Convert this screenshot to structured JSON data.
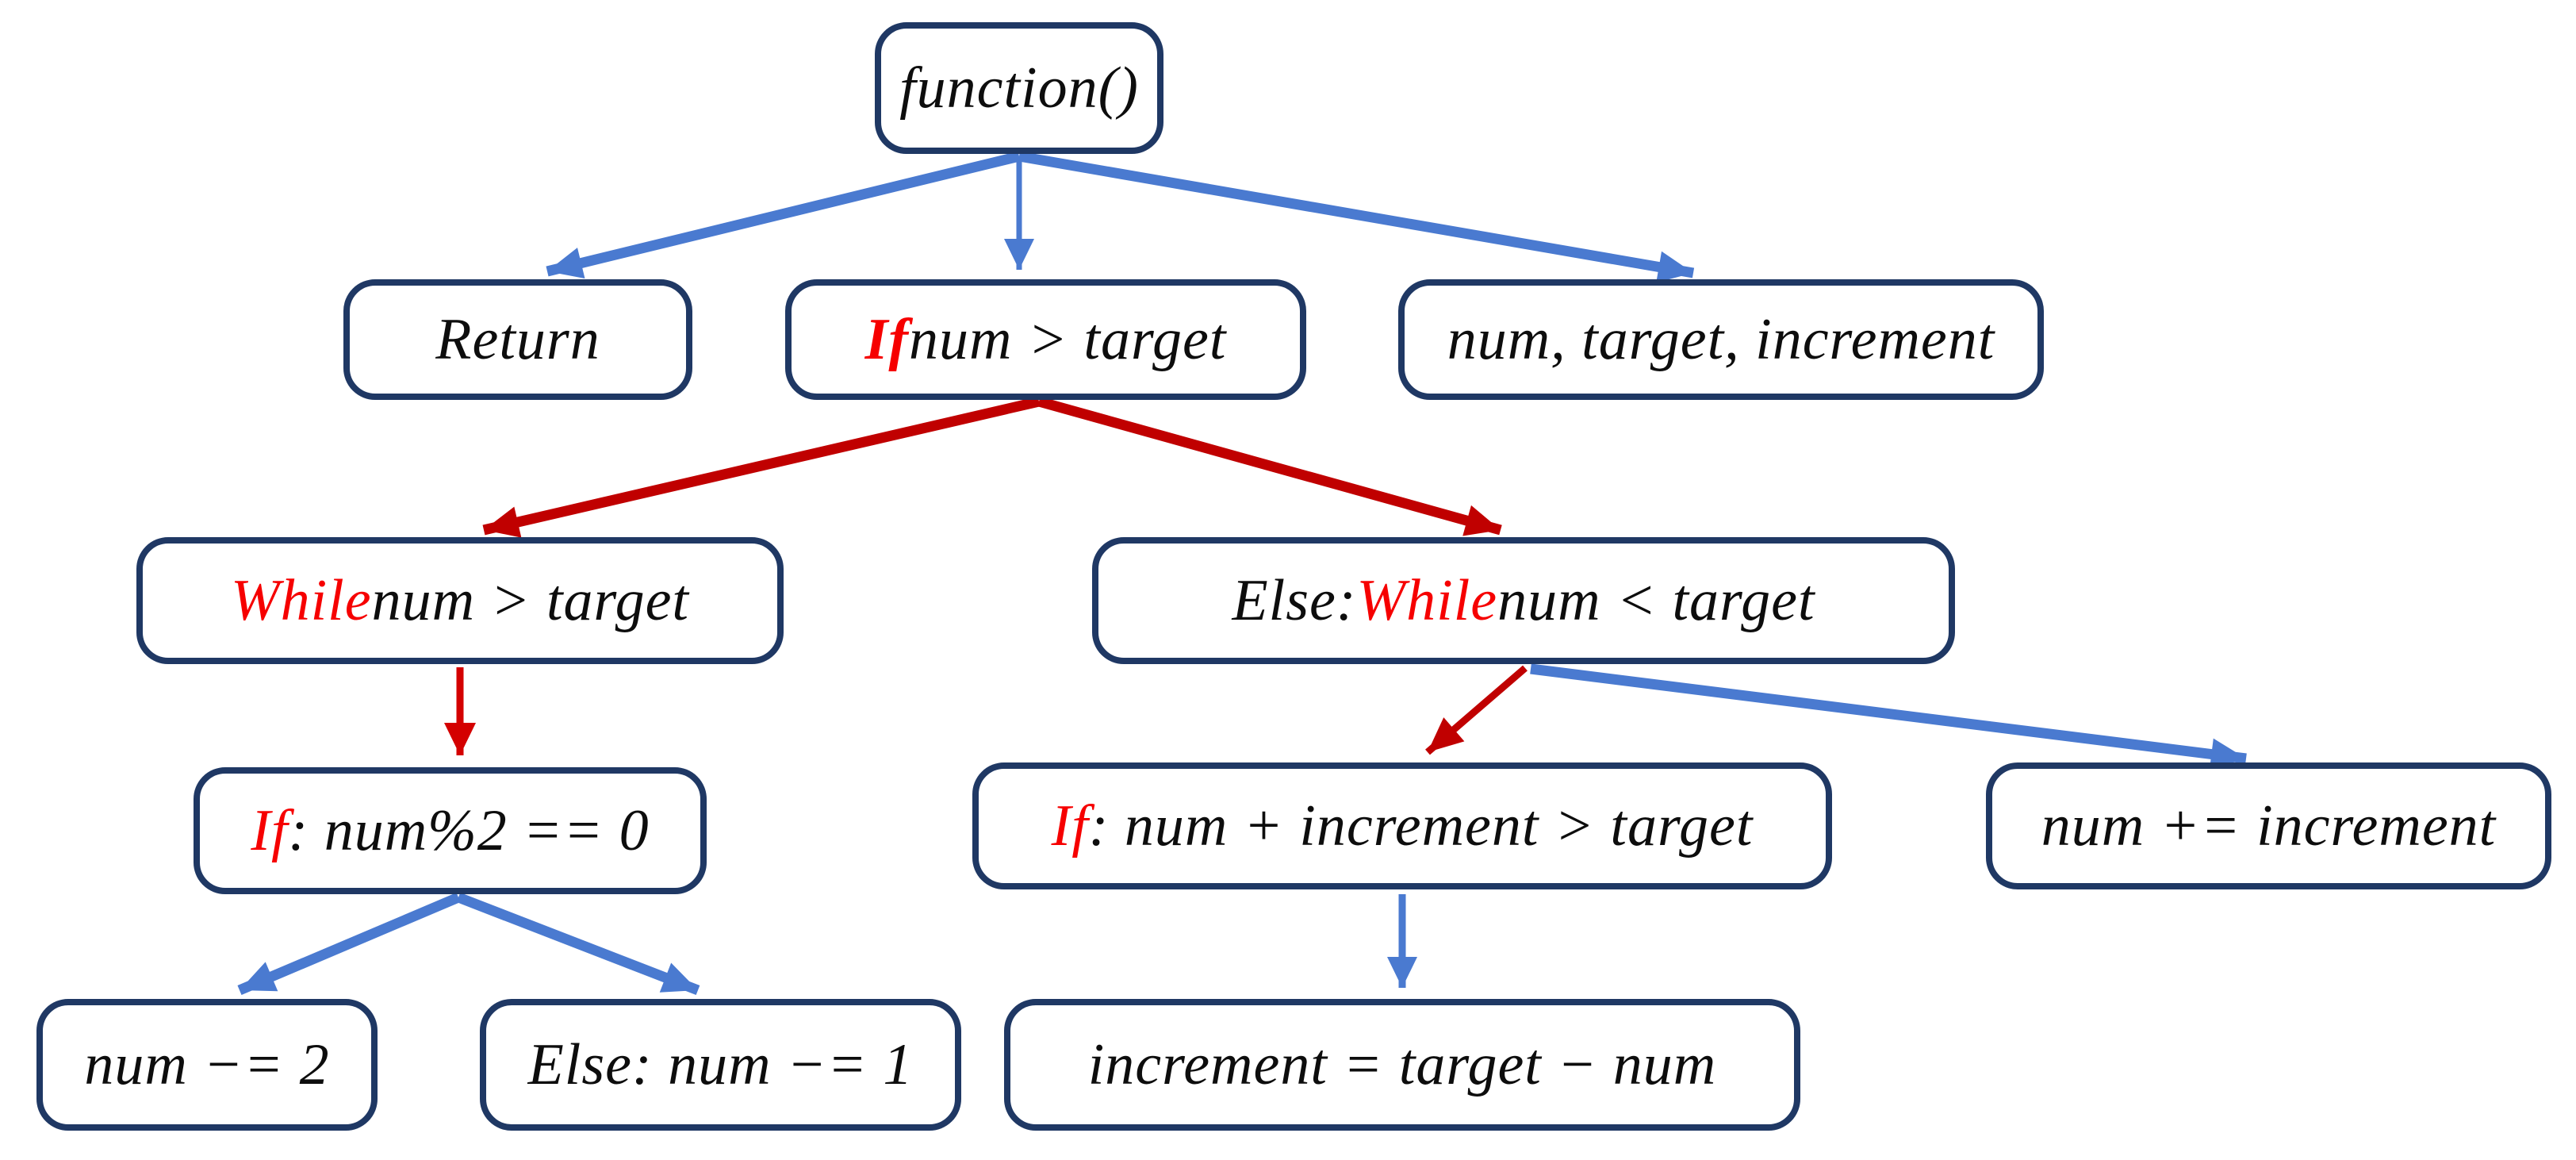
{
  "diagram": {
    "title": "function control-flow tree",
    "colors": {
      "box_border": "#1f3864",
      "box_fill": "#ffffff",
      "text": "#0d0d0d",
      "keyword_red": "#f60000",
      "arrow_blue": "#4a7ad0",
      "arrow_red": "#c00000",
      "arrow_red_bright": "#d40000"
    },
    "nodes": [
      {
        "id": "function",
        "pre": "function()"
      },
      {
        "id": "return",
        "pre": "Return"
      },
      {
        "id": "if-gt",
        "kw": "If",
        "post": " num > target"
      },
      {
        "id": "params",
        "pre": "num, target, increment"
      },
      {
        "id": "while-gt",
        "kw": "While",
        "post": " num > target"
      },
      {
        "id": "else-while-lt",
        "pre": "Else:",
        "kw": "While",
        "post": " num < target"
      },
      {
        "id": "if-mod",
        "kw": "If",
        "post": ": num%2 == 0"
      },
      {
        "id": "if-sum",
        "kw": "If",
        "post": ": num + increment > target"
      },
      {
        "id": "num-plus",
        "pre": "num += increment"
      },
      {
        "id": "num-minus-2",
        "pre": "num −= 2"
      },
      {
        "id": "else-minus-1",
        "pre": "Else: num −= 1"
      },
      {
        "id": "increment-eq",
        "pre": "increment = target − num"
      }
    ],
    "edges": [
      {
        "from": "function",
        "to": "return",
        "color": "blue"
      },
      {
        "from": "function",
        "to": "if-gt",
        "color": "blue"
      },
      {
        "from": "function",
        "to": "params",
        "color": "blue"
      },
      {
        "from": "if-gt",
        "to": "while-gt",
        "color": "red"
      },
      {
        "from": "if-gt",
        "to": "else-while-lt",
        "color": "red"
      },
      {
        "from": "while-gt",
        "to": "if-mod",
        "color": "red"
      },
      {
        "from": "else-while-lt",
        "to": "if-sum",
        "color": "red"
      },
      {
        "from": "else-while-lt",
        "to": "num-plus",
        "color": "blue"
      },
      {
        "from": "if-mod",
        "to": "num-minus-2",
        "color": "blue"
      },
      {
        "from": "if-mod",
        "to": "else-minus-1",
        "color": "blue"
      },
      {
        "from": "if-sum",
        "to": "increment-eq",
        "color": "blue"
      }
    ]
  }
}
